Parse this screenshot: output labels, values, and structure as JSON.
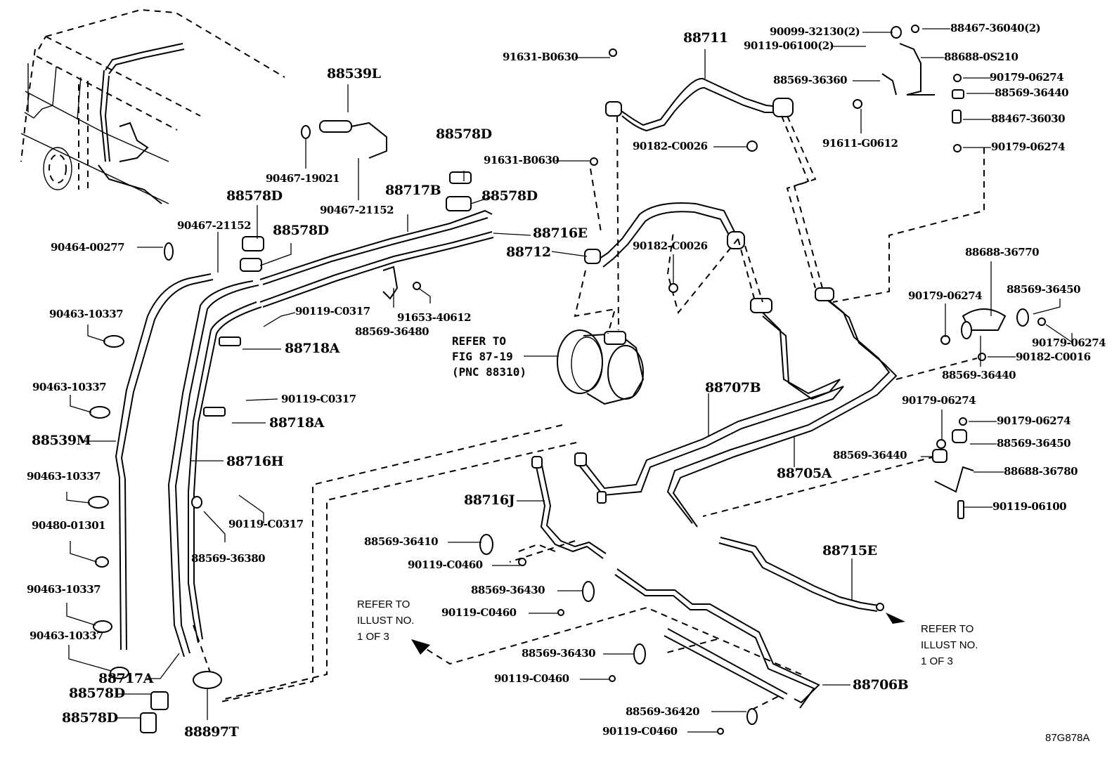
{
  "diagram": {
    "illustration_code": "87G878A",
    "notes": {
      "compressor_ref": "REFER TO\nFIG 87-19\n(PNC 88310)",
      "refer_left": "REFER TO\nILLUST NO.\n1 OF 3",
      "refer_right": "REFER TO\nILLUST NO.\n1 OF 3"
    },
    "labels": {
      "p88539L": "88539L",
      "p90467_19021": "90467-19021",
      "p90467_21152_a": "90467-21152",
      "p90467_21152_b": "90467-21152",
      "p88578D_top": "88578D",
      "p88578D_a": "88578D",
      "p88578D_b": "88578D",
      "p88578D_c": "88578D",
      "p88578D_d": "88578D",
      "p88578D_e": "88578D",
      "p88717B": "88717B",
      "p88716E": "88716E",
      "p88712": "88712",
      "p90464_00277": "90464-00277",
      "p90463_10337_1": "90463-10337",
      "p90463_10337_2": "90463-10337",
      "p90463_10337_3": "90463-10337",
      "p90463_10337_4": "90463-10337",
      "p90480_01301": "90480-01301",
      "p88539M": "88539M",
      "p90119_C0317_1": "90119-C0317",
      "p90119_C0317_2": "90119-C0317",
      "p90119_C0317_3": "90119-C0317",
      "p88718A_1": "88718A",
      "p88718A_2": "88718A",
      "p88716H": "88716H",
      "p88569_36380": "88569-36380",
      "p88569_36480": "88569-36480",
      "p91653_40612": "91653-40612",
      "p88717A": "88717A",
      "p88897T": "88897T",
      "p91631_B0630_1": "91631-B0630",
      "p91631_B0630_2": "91631-B0630",
      "p88711": "88711",
      "p90182_C0026_1": "90182-C0026",
      "p90182_C0026_2": "90182-C0026",
      "p90099_32130": "90099-32130(2)",
      "p90119_06100_2": "90119-06100(2)",
      "p88467_36040": "88467-36040(2)",
      "p88688_0S210": "88688-0S210",
      "p88569_36360": "88569-36360",
      "p90179_06274_1": "90179-06274",
      "p88569_36440_1": "88569-36440",
      "p88467_36030": "88467-36030",
      "p91611_G0612": "91611-G0612",
      "p90179_06274_2": "90179-06274",
      "p88688_36770": "88688-36770",
      "p90179_06274_3": "90179-06274",
      "p88569_36450_1": "88569-36450",
      "p90179_06274_4": "90179-06274",
      "p90182_C0016": "90182-C0016",
      "p88569_36440_2": "88569-36440",
      "p90179_06274_5": "90179-06274",
      "p90179_06274_6": "90179-06274",
      "p88569_36450_2": "88569-36450",
      "p88569_36440_3": "88569-36440",
      "p88688_36780": "88688-36780",
      "p90119_06100": "90119-06100",
      "p88707B": "88707B",
      "p88705A": "88705A",
      "p88716J": "88716J",
      "p88569_36410": "88569-36410",
      "p90119_C0460_1": "90119-C0460",
      "p88569_36430_1": "88569-36430",
      "p90119_C0460_2": "90119-C0460",
      "p88569_36430_2": "88569-36430",
      "p90119_C0460_3": "90119-C0460",
      "p88569_36420": "88569-36420",
      "p90119_C0460_4": "90119-C0460",
      "p88715E": "88715E",
      "p88706B": "88706B"
    }
  }
}
